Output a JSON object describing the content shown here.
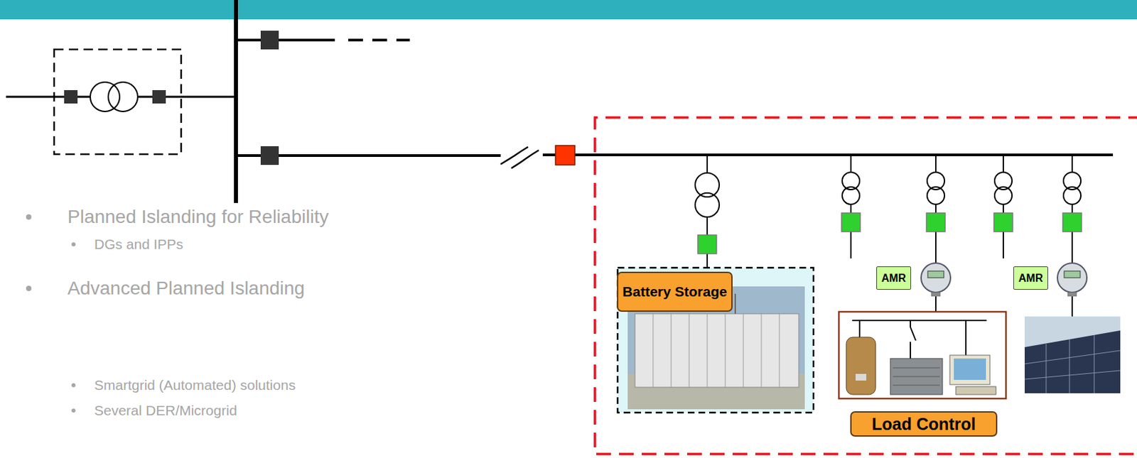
{
  "diagram": {
    "nodes": [
      {
        "text": [
          "Battery Storage"
        ]
      },
      {
        "text": [
          "AMR"
        ]
      },
      {
        "text": [
          "AMR"
        ]
      },
      {
        "text": [
          "Load Control"
        ]
      }
    ],
    "labels": [
      "Planned Islanding for Reliability",
      "DGs and IPPs",
      "Advanced Planned Islanding",
      "Smartgrid (Automated) solutions",
      "Several DER/Microgrid"
    ]
  }
}
